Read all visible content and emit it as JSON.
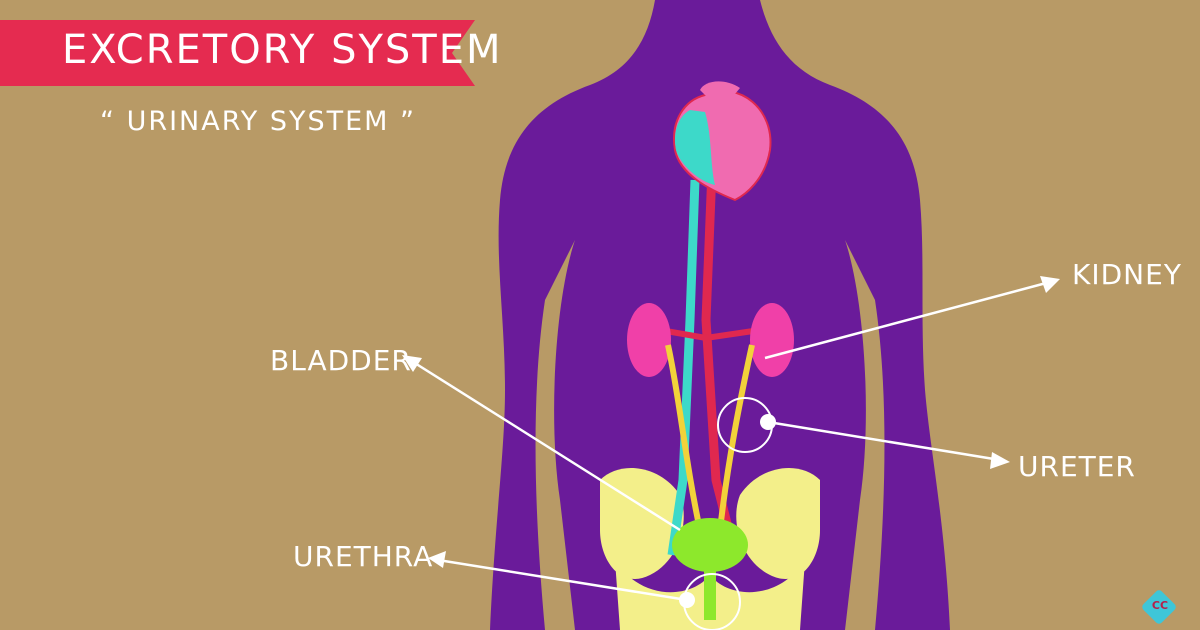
{
  "title": "EXCRETORY SYSTEM",
  "subtitle": "“ URINARY SYSTEM ”",
  "labels": {
    "kidney": "KIDNEY",
    "bladder": "BLADDER",
    "ureter": "URETER",
    "urethra": "URETHRA"
  },
  "logo_text": "CC",
  "colors": {
    "background": "#b89a66",
    "body": "#6a1b9a",
    "banner": "#e52b50",
    "heart_left": "#3dd9c9",
    "heart_right": "#f06bb0",
    "artery": "#e0284f",
    "vein": "#3dd9c9",
    "kidney": "#f040a8",
    "ureter": "#f2d23a",
    "bladder": "#8de82c",
    "pelvis": "#f3ef8a"
  }
}
